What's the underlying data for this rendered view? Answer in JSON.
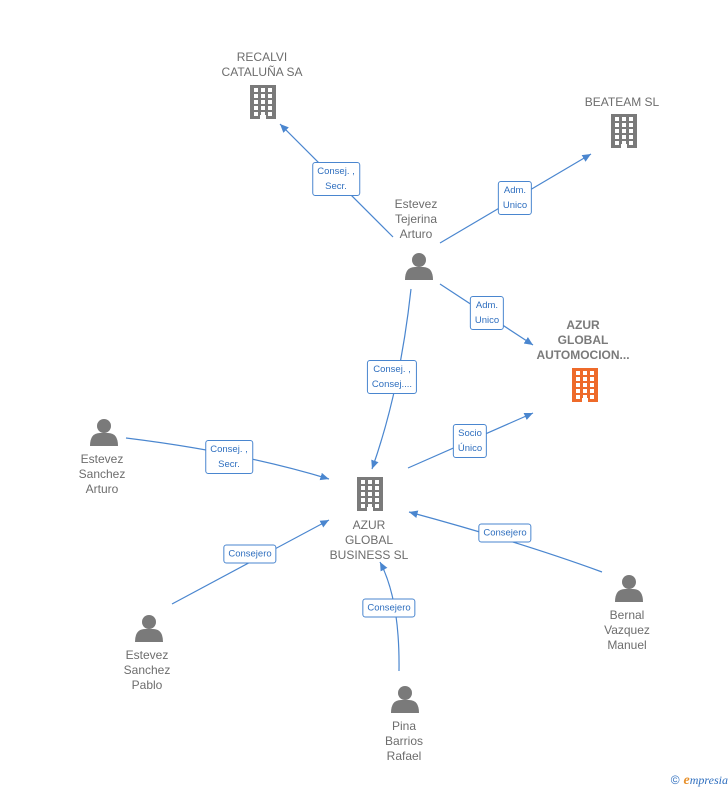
{
  "colors": {
    "edge": "#4a86cf",
    "node_gray": "#7a7a7a",
    "focus": "#ee6a2a"
  },
  "nodes": [
    {
      "id": "recalvi",
      "type": "company",
      "lines": [
        "RECALVI",
        "CATALUÑA SA"
      ]
    },
    {
      "id": "beateam",
      "type": "company",
      "lines": [
        "BEATEAM  SL"
      ]
    },
    {
      "id": "estevez_tejerina",
      "type": "person",
      "lines": [
        "Estevez",
        "Tejerina",
        "Arturo"
      ]
    },
    {
      "id": "azur_automocion",
      "type": "company",
      "focus": true,
      "lines": [
        "AZUR",
        "GLOBAL",
        "AUTOMOCION..."
      ]
    },
    {
      "id": "estevez_sanchez_arturo",
      "type": "person",
      "lines": [
        "Estevez",
        "Sanchez",
        "Arturo"
      ]
    },
    {
      "id": "azur_business",
      "type": "company",
      "lines": [
        "AZUR",
        "GLOBAL",
        "BUSINESS  SL"
      ]
    },
    {
      "id": "bernal",
      "type": "person",
      "lines": [
        "Bernal",
        "Vazquez",
        "Manuel"
      ]
    },
    {
      "id": "estevez_sanchez_pablo",
      "type": "person",
      "lines": [
        "Estevez",
        "Sanchez",
        "Pablo"
      ]
    },
    {
      "id": "pina",
      "type": "person",
      "lines": [
        "Pina",
        "Barrios",
        "Rafael"
      ]
    }
  ],
  "edges": [
    {
      "from": "estevez_tejerina",
      "to": "recalvi",
      "lines": [
        "Consej. ,",
        "Secr."
      ]
    },
    {
      "from": "estevez_tejerina",
      "to": "beateam",
      "lines": [
        "Adm.",
        "Unico"
      ]
    },
    {
      "from": "estevez_tejerina",
      "to": "azur_automocion",
      "lines": [
        "Adm.",
        "Unico"
      ]
    },
    {
      "from": "estevez_tejerina",
      "to": "azur_business",
      "lines": [
        "Consej. ,",
        "Consej...."
      ]
    },
    {
      "from": "azur_business",
      "to": "azur_automocion",
      "lines": [
        "Socio",
        "Único"
      ]
    },
    {
      "from": "estevez_sanchez_arturo",
      "to": "azur_business",
      "lines": [
        "Consej. ,",
        "Secr."
      ]
    },
    {
      "from": "estevez_sanchez_pablo",
      "to": "azur_business",
      "lines": [
        "Consejero"
      ]
    },
    {
      "from": "pina",
      "to": "azur_business",
      "lines": [
        "Consejero"
      ]
    },
    {
      "from": "bernal",
      "to": "azur_business",
      "lines": [
        "Consejero"
      ]
    }
  ],
  "footer": {
    "copyright": "©",
    "brand_initial": "e",
    "brand_rest": "mpresia"
  }
}
